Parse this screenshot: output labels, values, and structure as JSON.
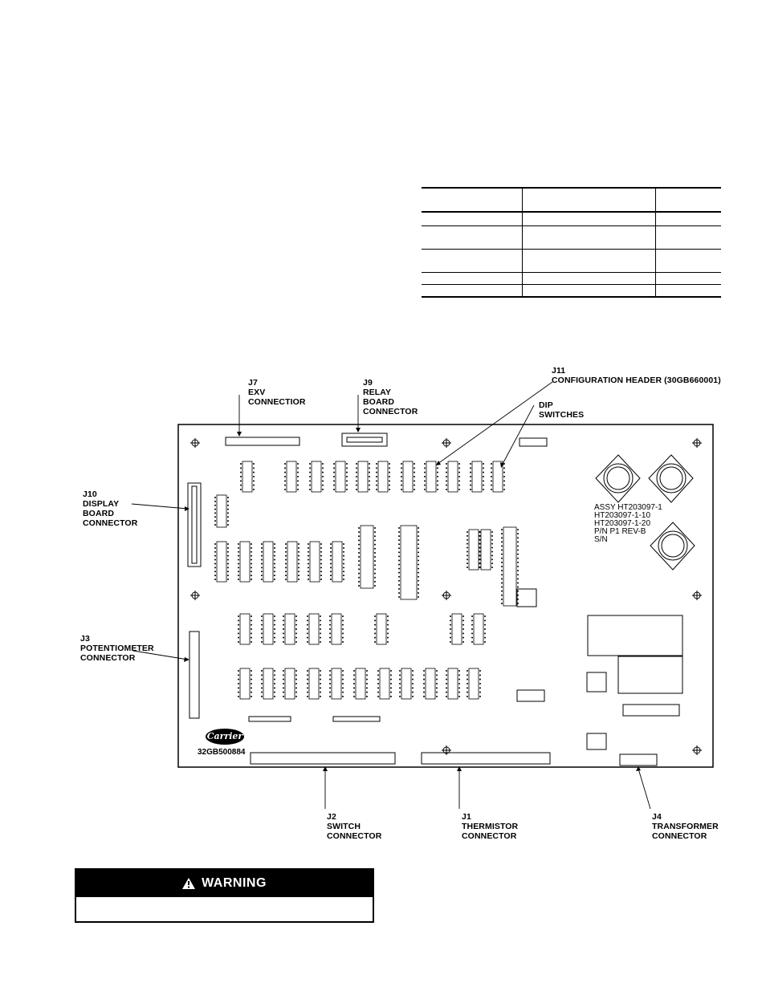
{
  "callouts": {
    "j7": {
      "id": "J7",
      "l1": "EXV",
      "l2": "CONNECTIOR"
    },
    "j9": {
      "id": "J9",
      "l1": "RELAY",
      "l2": "BOARD",
      "l3": "CONNECTOR"
    },
    "j11": {
      "id": "J11",
      "l1": "CONFIGURATION HEADER",
      "part": "(30GB660001)"
    },
    "dip": {
      "l1": "DIP",
      "l2": "SWITCHES"
    },
    "j10": {
      "id": "J10",
      "l1": "DISPLAY",
      "l2": "BOARD",
      "l3": "CONNECTOR"
    },
    "j3": {
      "id": "J3",
      "l1": "POTENTIOMETER",
      "l2": "CONNECTOR"
    },
    "j2": {
      "id": "J2",
      "l1": "SWITCH",
      "l2": "CONNECTOR"
    },
    "j1": {
      "id": "J1",
      "l1": "THERMISTOR",
      "l2": "CONNECTOR"
    },
    "j4": {
      "id": "J4",
      "l1": "TRANSFORMER",
      "l2": "CONNECTOR"
    }
  },
  "board": {
    "brand": "Carrier",
    "part_number": "32GB500884",
    "assy": [
      "ASSY HT203097-1",
      "HT203097-1-10",
      "HT203097-1-20",
      "P/N  P1  REV-B",
      "S/N"
    ]
  },
  "warning": {
    "title": "WARNING"
  }
}
